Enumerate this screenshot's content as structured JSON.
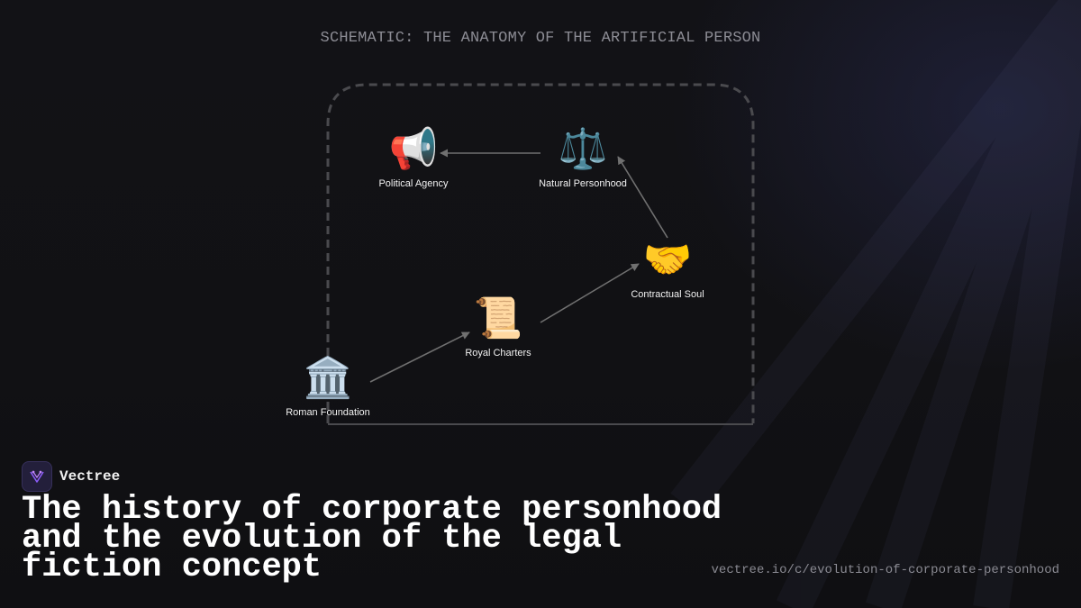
{
  "schematic": {
    "title": "SCHEMATIC: THE ANATOMY OF THE ARTIFICIAL PERSON"
  },
  "diagram": {
    "nodes": [
      {
        "id": "roman",
        "label": "Roman Foundation",
        "emoji": "🏛️",
        "icon": "classical-building-icon"
      },
      {
        "id": "charters",
        "label": "Royal Charters",
        "emoji": "📜",
        "icon": "scroll-icon"
      },
      {
        "id": "contract",
        "label": "Contractual Soul",
        "emoji": "🤝",
        "icon": "handshake-icon"
      },
      {
        "id": "natural",
        "label": "Natural Personhood",
        "emoji": "⚖️",
        "icon": "balance-scale-icon"
      },
      {
        "id": "political",
        "label": "Political Agency",
        "emoji": "📢",
        "icon": "megaphone-icon"
      }
    ],
    "edges": [
      {
        "from": "roman",
        "to": "charters"
      },
      {
        "from": "charters",
        "to": "contract"
      },
      {
        "from": "contract",
        "to": "natural"
      },
      {
        "from": "natural",
        "to": "political"
      }
    ],
    "colors": {
      "arrow": "#707070",
      "frame": "#4a4a4e",
      "label": "#f2f2f2"
    }
  },
  "brand": {
    "name": "Vectree",
    "logo_icon": "vectree-logo-icon",
    "accent": "#8b5cf6"
  },
  "headline": "The history of corporate personhood and the evolution of the legal fiction concept",
  "url": "vectree.io/c/evolution-of-corporate-personhood"
}
